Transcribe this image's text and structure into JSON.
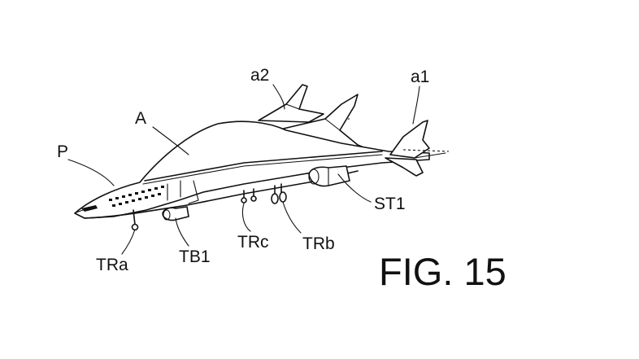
{
  "figure": {
    "caption": "FIG. 15",
    "labels": {
      "a2": "a2",
      "a1": "a1",
      "A": "A",
      "P": "P",
      "ST1": "ST1",
      "TRa": "TRa",
      "TB1": "TB1",
      "TRc": "TRc",
      "TRb": "TRb"
    }
  }
}
